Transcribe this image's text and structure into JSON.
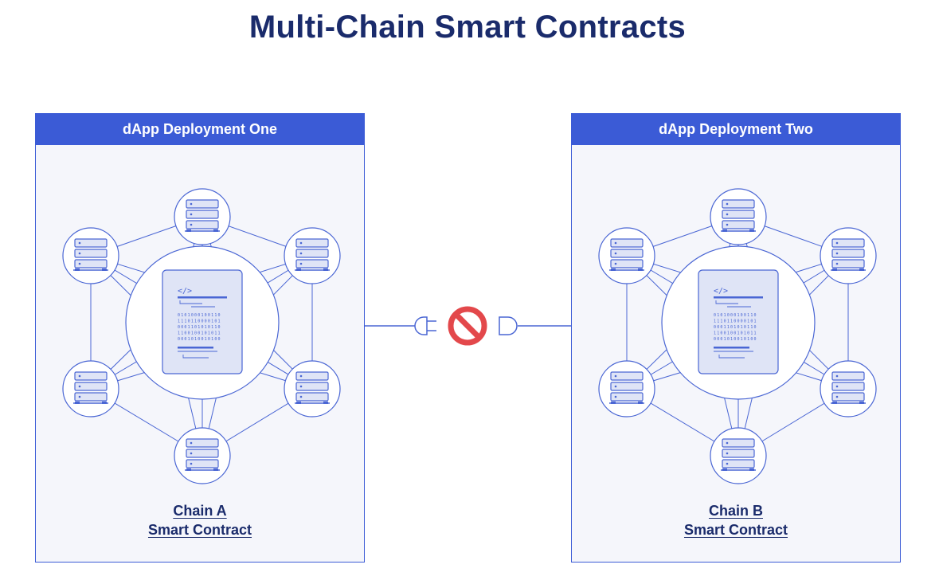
{
  "title": "Multi-Chain Smart Contracts",
  "deployments": [
    {
      "header": "dApp Deployment One",
      "chain": "Chain A",
      "contract": "Smart Contract"
    },
    {
      "header": "dApp Deployment Two",
      "chain": "Chain B",
      "contract": "Smart Contract"
    }
  ],
  "contract_icon": {
    "code_tag": "</>",
    "binary_lines": [
      "0101000100110",
      "1110110000101",
      "0001101010110",
      "1100100101011",
      "0001010010100"
    ]
  },
  "colors": {
    "title": "#1a2b6b",
    "accent": "#3b5bd6",
    "panel_bg": "#f5f6fb",
    "card_bg": "#dfe4f6",
    "line": "#4a66d4",
    "block": "#e3484b"
  },
  "icons": {
    "node": "server-stack-icon",
    "contract": "contract-document-icon",
    "connector_left": "plug-icon",
    "connector_center": "prohibited-icon",
    "connector_right": "socket-icon"
  }
}
